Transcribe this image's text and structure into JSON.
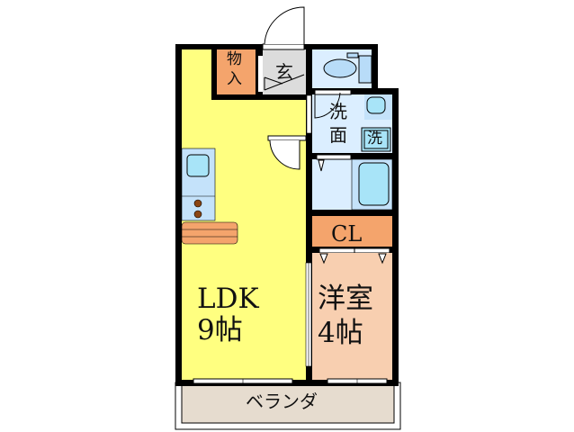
{
  "floor_plan": {
    "layout": "1LDK",
    "colors": {
      "wall": "#000000",
      "ldk": "#ffff80",
      "storage": "#f4a46c",
      "entrance": "#dcdcdc",
      "wet_area": "#dbeeff",
      "fixture_blue": "#a8d8f0",
      "western_room": "#f8cfb0",
      "closet": "#f4a46c",
      "veranda": "#e6dccf",
      "counter": "#f4a46c"
    },
    "rooms": {
      "storage": {
        "label_line1": "物",
        "label_line2": "入"
      },
      "entrance": {
        "label": "玄"
      },
      "washroom": {
        "label_line1": "洗",
        "label_line2": "面"
      },
      "washer": {
        "label": "洗"
      },
      "closet": {
        "label": "CL"
      },
      "ldk": {
        "label": "LDK",
        "size": "9帖"
      },
      "western_room": {
        "label": "洋室",
        "size": "4帖"
      },
      "veranda": {
        "label": "ベランダ"
      }
    }
  }
}
